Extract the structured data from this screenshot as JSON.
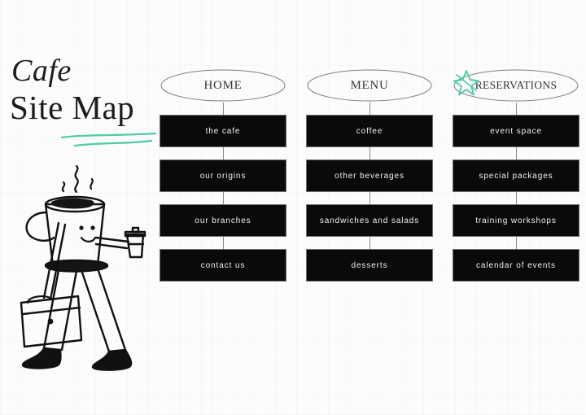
{
  "title": {
    "line1": "Cafe",
    "line2": "Site Map"
  },
  "colors": {
    "accent_green": "#4ECCA0",
    "box_fill": "#0a0a0a",
    "box_text": "#f2f2f2",
    "line_gray": "#8b8b90",
    "background": "#fcfcfd",
    "ink": "#1c1c1c"
  },
  "illustration": {
    "name": "walking-coffee-cup-character",
    "description": "hand-drawn character with a coffee cup head, steam, satchel bag and takeaway cup"
  },
  "columns": [
    {
      "header": "HOME",
      "has_star": false,
      "items": [
        "the cafe",
        "our origins",
        "our branches",
        "contact us"
      ]
    },
    {
      "header": "MENU",
      "has_star": false,
      "items": [
        "coffee",
        "other beverages",
        "sandwiches and salads",
        "desserts"
      ]
    },
    {
      "header": "RESERVATIONS",
      "has_star": true,
      "items": [
        "event space",
        "special packages",
        "training workshops",
        "calendar of events"
      ]
    }
  ]
}
